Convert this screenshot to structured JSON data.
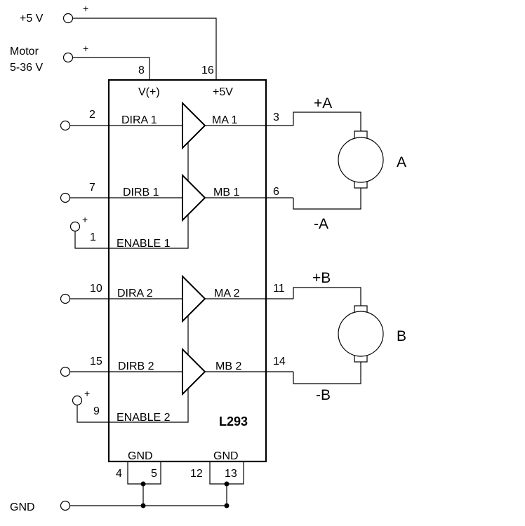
{
  "supply": {
    "logic_label": "+5 V",
    "motor_label_line1": "Motor",
    "motor_label_line2": "5-36 V",
    "gnd_label": "GND",
    "plus": "+"
  },
  "chip": {
    "part": "L293",
    "vplus_label": "V(+)",
    "vcc_label": "+5V",
    "gnd_label": "GND",
    "pins": {
      "p1": "1",
      "p2": "2",
      "p3": "3",
      "p4": "4",
      "p5": "5",
      "p6": "6",
      "p7": "7",
      "p8": "8",
      "p9": "9",
      "p10": "10",
      "p11": "11",
      "p12": "12",
      "p13": "13",
      "p14": "14",
      "p15": "15",
      "p16": "16"
    },
    "inputs": {
      "dira1": "DIRA 1",
      "dirb1": "DIRB 1",
      "enable1": "ENABLE 1",
      "dira2": "DIRA 2",
      "dirb2": "DIRB 2",
      "enable2": "ENABLE 2"
    },
    "outputs": {
      "ma1": "MA 1",
      "mb1": "MB 1",
      "ma2": "MA 2",
      "mb2": "MB 2"
    }
  },
  "motors": {
    "a": {
      "name": "A",
      "pos": "+A",
      "neg": "-A"
    },
    "b": {
      "name": "B",
      "pos": "+B",
      "neg": "-B"
    }
  }
}
